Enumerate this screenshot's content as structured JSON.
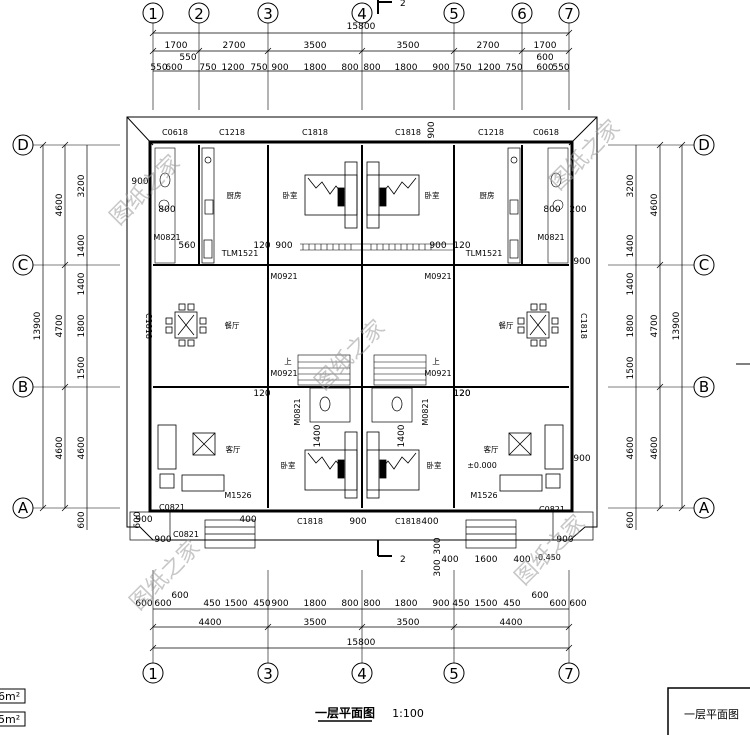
{
  "drawing": {
    "title": "一层平面图",
    "scale": "1:100",
    "title_box": "一层平面图",
    "watermark": "图纸之家",
    "section_mark": "2",
    "left_area_a": "6m²",
    "left_area_b": "5m²"
  },
  "axes": {
    "top": [
      "1",
      "2",
      "3",
      "4",
      "5",
      "6",
      "7"
    ],
    "bottom": [
      "1",
      "3",
      "4",
      "5",
      "7"
    ],
    "sides": [
      "D",
      "C",
      "B",
      "A"
    ]
  },
  "dimensions": {
    "top_total": "15800",
    "top_row1": [
      "1700",
      "2700",
      "3500",
      "3500",
      "2700",
      "1700"
    ],
    "top_550": "550",
    "top_600": "600",
    "top_row2": [
      "550",
      "600",
      "750",
      "1200",
      "750",
      "900",
      "1800",
      "800",
      "800",
      "1800",
      "900",
      "750",
      "1200",
      "750",
      "600",
      "550"
    ],
    "bottom_row1": [
      "600",
      "600",
      "600",
      "450",
      "1500",
      "450",
      "900",
      "1800",
      "800",
      "800",
      "1800",
      "900",
      "450",
      "1500",
      "450",
      "600",
      "600",
      "600"
    ],
    "bottom_row2": [
      "4400",
      "3500",
      "3500",
      "4400"
    ],
    "bottom_total": "15800",
    "left_inner": [
      "3200",
      "1400",
      "1400",
      "1800",
      "1500",
      "4600",
      "600"
    ],
    "left_mid": [
      "4600",
      "4700",
      "4600"
    ],
    "left_total": "13900",
    "right_inner": [
      "3200",
      "1400",
      "1400",
      "1800",
      "1500",
      "4600",
      "600"
    ],
    "right_mid": [
      "4600",
      "4700",
      "4600"
    ],
    "right_total": "13900",
    "misc": [
      "900",
      "900",
      "900",
      "900",
      "900",
      "900",
      "120",
      "120",
      "120",
      "120",
      "400",
      "400",
      "1600",
      "400",
      "400",
      "300",
      "300",
      "600",
      "560",
      "800",
      "800",
      "200",
      "120",
      "1400",
      "1400",
      "900",
      "900",
      "900",
      "900"
    ]
  },
  "labels": {
    "windows": [
      "C0618",
      "C1218",
      "C1818",
      "C1818",
      "C1218",
      "C0618",
      "C1818",
      "C1818",
      "C1818",
      "C1818",
      "C0821",
      "C0821",
      "C0821"
    ],
    "doors": [
      "M0821",
      "M0821",
      "M0921",
      "M0921",
      "M0921",
      "M0921",
      "M0821",
      "M0821",
      "M1526",
      "M1526"
    ],
    "tlm": [
      "TLM1521",
      "TLM1521"
    ],
    "rooms": [
      "厨房",
      "厨房",
      "卧室",
      "卧室",
      "餐厅",
      "餐厅",
      "客厅",
      "客厅",
      "卧室",
      "卧室"
    ],
    "stairs": [
      "上",
      "上"
    ],
    "elevation": [
      "±0.000",
      "-0.450"
    ],
    "misc_text": [
      "900",
      "900",
      "1800",
      "1800"
    ]
  }
}
